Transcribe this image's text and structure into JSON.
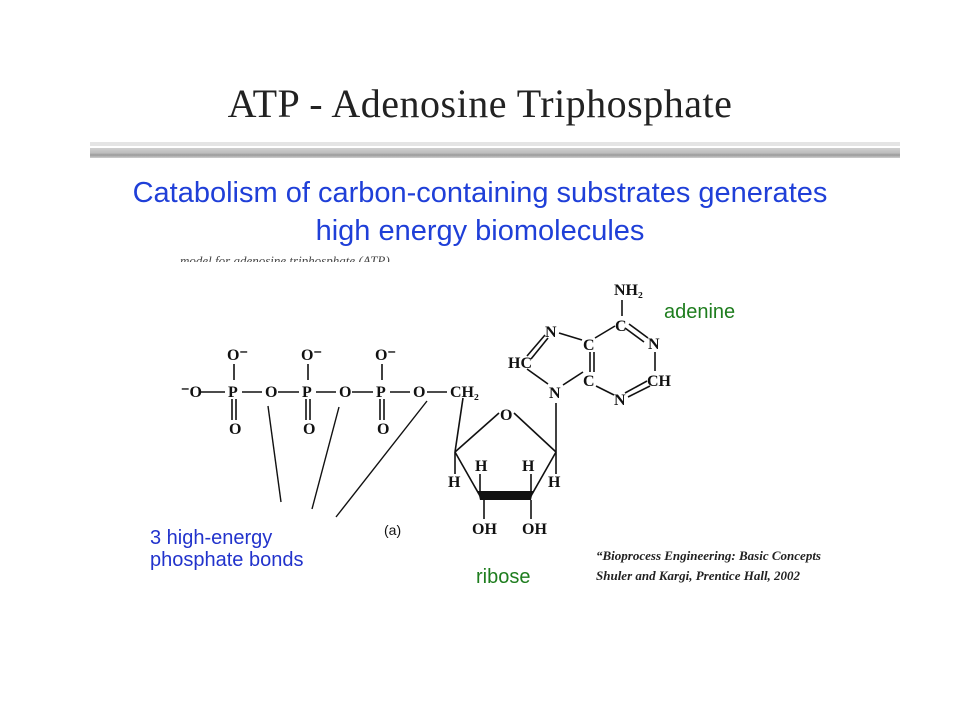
{
  "slide": {
    "title": "ATP - Adenosine Triphosphate",
    "subtitle_line1": "Catabolism of carbon-containing substrates generates",
    "subtitle_line2": "high energy biomolecules"
  },
  "figure": {
    "cutoff_caption": "model for adenosine triphosphate (ATP).",
    "panel_label": "(a)",
    "adenine_label": "adenine",
    "ribose_label": "ribose",
    "bonds_label_line1": "3 high-energy",
    "bonds_label_line2": "phosphate bonds",
    "structure_text": {
      "nh2": "NH₂",
      "o_minus": "O⁻",
      "minus_o": "⁻O",
      "p": "P",
      "o": "O",
      "ch2": "CH₂",
      "c": "C",
      "n": "N",
      "hc": "HC",
      "ch": "CH",
      "h": "H",
      "oh": "OH"
    }
  },
  "citation": {
    "line1": "“Bioprocess Engineering: Basic Concepts",
    "line2": "Shuler and Kargi, Prentice Hall, 2002"
  },
  "colors": {
    "subtitle": "#1f3fd8",
    "green_labels": "#1e7d1e",
    "blue_label": "#2233cc"
  }
}
